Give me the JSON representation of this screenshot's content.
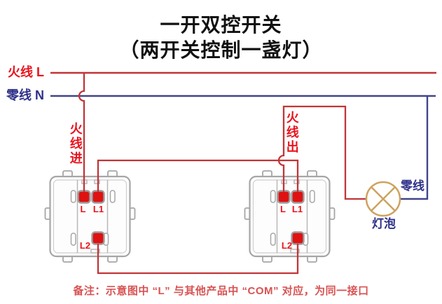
{
  "title": {
    "line1": "一开双控开关",
    "line2": "（两开关控制一盏灯）"
  },
  "bus": {
    "live_label": "火线 L",
    "neutral_label": "零线 N"
  },
  "annotations": {
    "live_in": "火线进",
    "live_out": "火线出",
    "lamp_neutral": "零线",
    "lamp": "灯泡"
  },
  "switches": {
    "left": {
      "terminals": {
        "com": "L",
        "l1": "L1",
        "l2": "L2"
      }
    },
    "right": {
      "terminals": {
        "com": "L",
        "l1": "L1",
        "l2": "L2"
      }
    }
  },
  "note": "备注：示意图中 “L” 与其他产品中 “COM” 对应，为同一接口",
  "colors": {
    "wire_red": "#C23537",
    "wire_blue": "#41448C",
    "label_red": "#E8141E",
    "label_navy": "#2E3189",
    "lamp_tan": "#CDA35F",
    "switch_gray": "#A6A6A6",
    "terminal_red": "#DF1212",
    "note_red": "#D85252",
    "title_black": "#111111"
  }
}
